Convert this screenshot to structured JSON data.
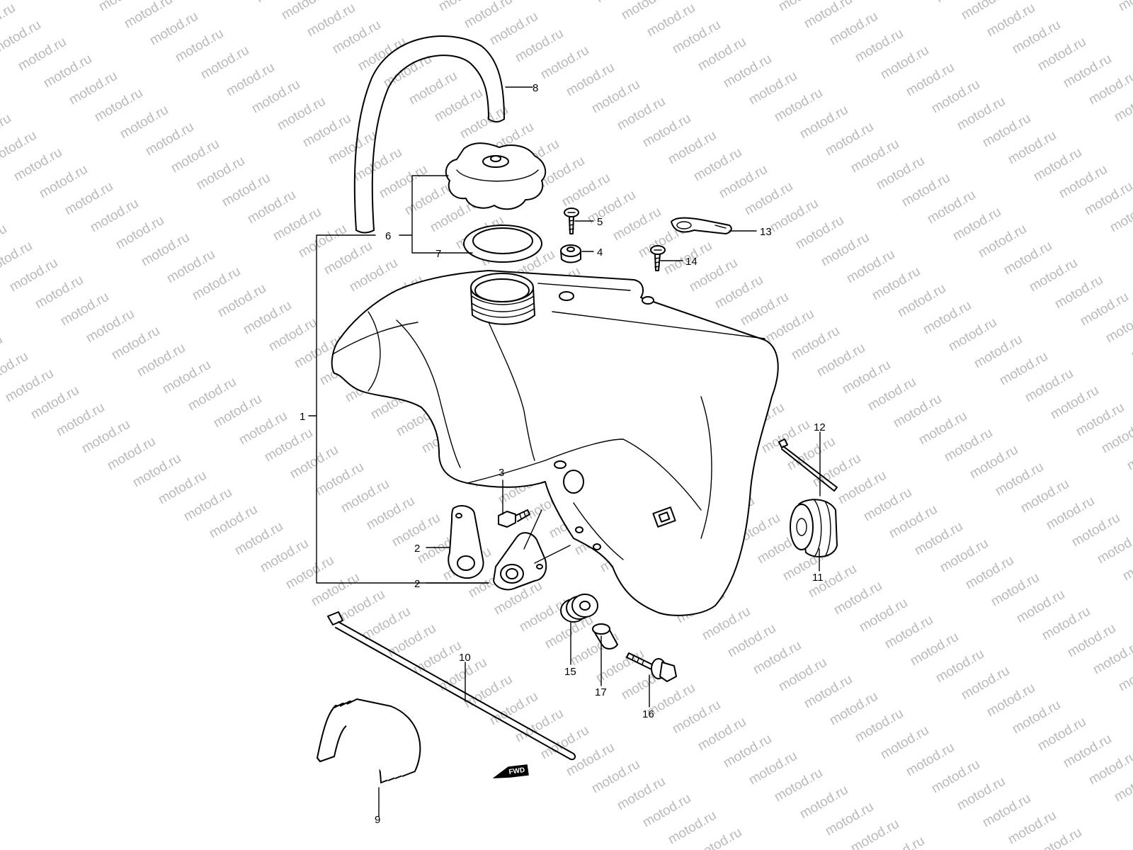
{
  "watermark": {
    "text": "motod.ru",
    "color": "#b9b9b9"
  },
  "colors": {
    "line": "#000000",
    "background": "#ffffff"
  },
  "fwd_arrow": {
    "label": "FWD",
    "icon": "fwd-arrow-icon"
  },
  "callouts": [
    {
      "id": "1",
      "label": "1"
    },
    {
      "id": "2a",
      "label": "2"
    },
    {
      "id": "2b",
      "label": "2"
    },
    {
      "id": "3",
      "label": "3"
    },
    {
      "id": "4",
      "label": "4"
    },
    {
      "id": "5",
      "label": "5"
    },
    {
      "id": "6",
      "label": "6"
    },
    {
      "id": "7",
      "label": "7"
    },
    {
      "id": "8",
      "label": "8"
    },
    {
      "id": "9",
      "label": "9"
    },
    {
      "id": "10",
      "label": "10"
    },
    {
      "id": "11",
      "label": "11"
    },
    {
      "id": "12",
      "label": "12"
    },
    {
      "id": "13",
      "label": "13"
    },
    {
      "id": "14",
      "label": "14"
    },
    {
      "id": "15",
      "label": "15"
    },
    {
      "id": "16",
      "label": "16"
    },
    {
      "id": "17",
      "label": "17"
    }
  ]
}
